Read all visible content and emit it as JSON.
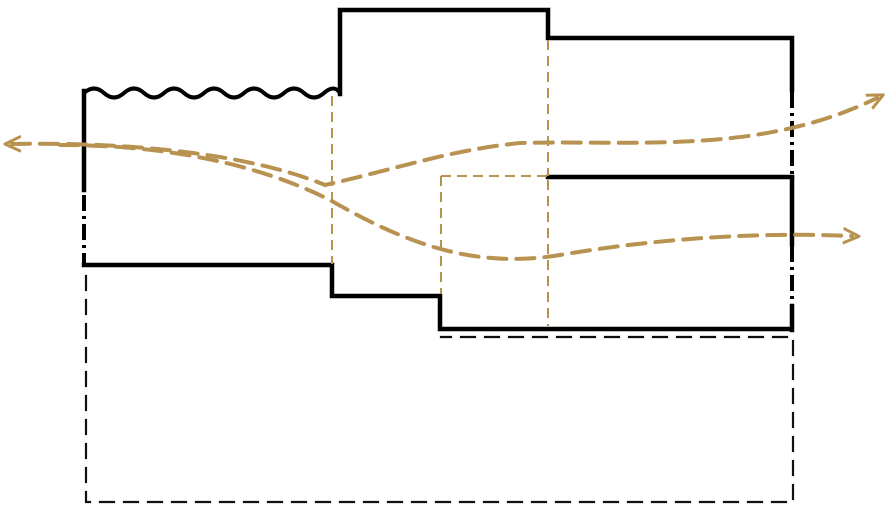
{
  "diagram": {
    "colors": {
      "background": "#ffffff",
      "wall": "#000000",
      "dashed_outline": "#111111",
      "circulation": "#b89250"
    },
    "elements": [
      "wall-outline",
      "wavy-edge",
      "dash-dot-openings",
      "internal-partition-lines",
      "lower-dashed-area",
      "circulation-arrows"
    ]
  }
}
